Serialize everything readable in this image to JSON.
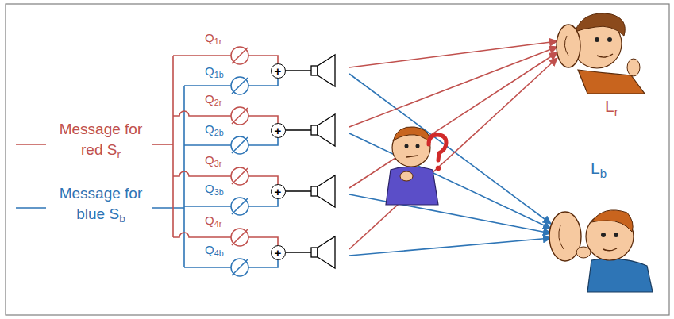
{
  "diagram": {
    "nodes": [
      {
        "text": [
          "+"
        ]
      },
      {
        "text": [
          "+"
        ]
      },
      {
        "text": [
          "+"
        ]
      },
      {
        "text": [
          "+"
        ]
      }
    ],
    "labels": [
      "Message for red Sr",
      "Message for blue Sb",
      "Q1r",
      "Q1b",
      "Q2r",
      "Q2b",
      "Q3r",
      "Q3b",
      "Q4r",
      "Q4b",
      "Lr",
      "Lb"
    ]
  }
}
